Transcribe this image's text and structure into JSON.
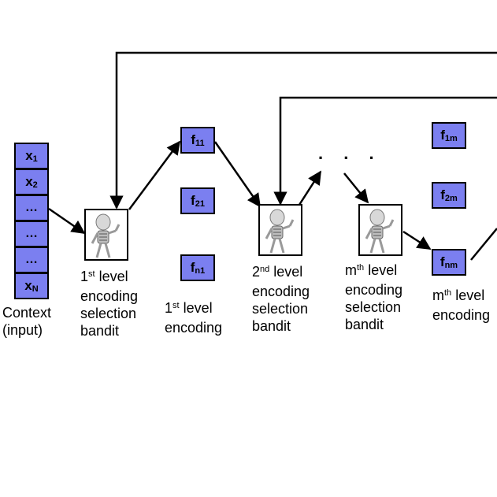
{
  "context": {
    "cells": [
      {
        "base": "x",
        "sub": "1"
      },
      {
        "base": "x",
        "sub": "2"
      },
      {
        "base": "…",
        "sub": ""
      },
      {
        "base": "…",
        "sub": ""
      },
      {
        "base": "…",
        "sub": ""
      },
      {
        "base": "x",
        "sub": "N"
      }
    ],
    "label_line1": "Context",
    "label_line2": "(input)"
  },
  "bandit1": {
    "sup": "st",
    "num": "1",
    "line1_rest": " level",
    "line2": "encoding",
    "line3": "selection",
    "line4": "bandit"
  },
  "encoding1": {
    "boxes": [
      {
        "base": "f",
        "sub": "11"
      },
      {
        "base": "f",
        "sub": "21"
      },
      {
        "base": "f",
        "sub": "n1"
      }
    ],
    "num": "1",
    "sup": "st",
    "line1_rest": " level",
    "line2": "encoding"
  },
  "bandit2": {
    "sup": "nd",
    "num": "2",
    "line1_rest": " level",
    "line2": "encoding",
    "line3": "selection",
    "line4": "bandit"
  },
  "ellipsis": ". . .",
  "banditm": {
    "sup": "th",
    "num": "m",
    "line1_rest": " level",
    "line2": "encoding",
    "line3": "selection",
    "line4": "bandit"
  },
  "encodingm": {
    "boxes": [
      {
        "base": "f",
        "sub": "1m"
      },
      {
        "base": "f",
        "sub": "2m"
      },
      {
        "base": "f",
        "sub": "nm"
      }
    ],
    "num": "m",
    "sup": "th",
    "line1_rest": " level",
    "line2": "encoding"
  },
  "colors": {
    "box_fill": "#7b7ff0",
    "stroke": "#000000"
  },
  "icons": {
    "bandit": "robot-icon"
  }
}
